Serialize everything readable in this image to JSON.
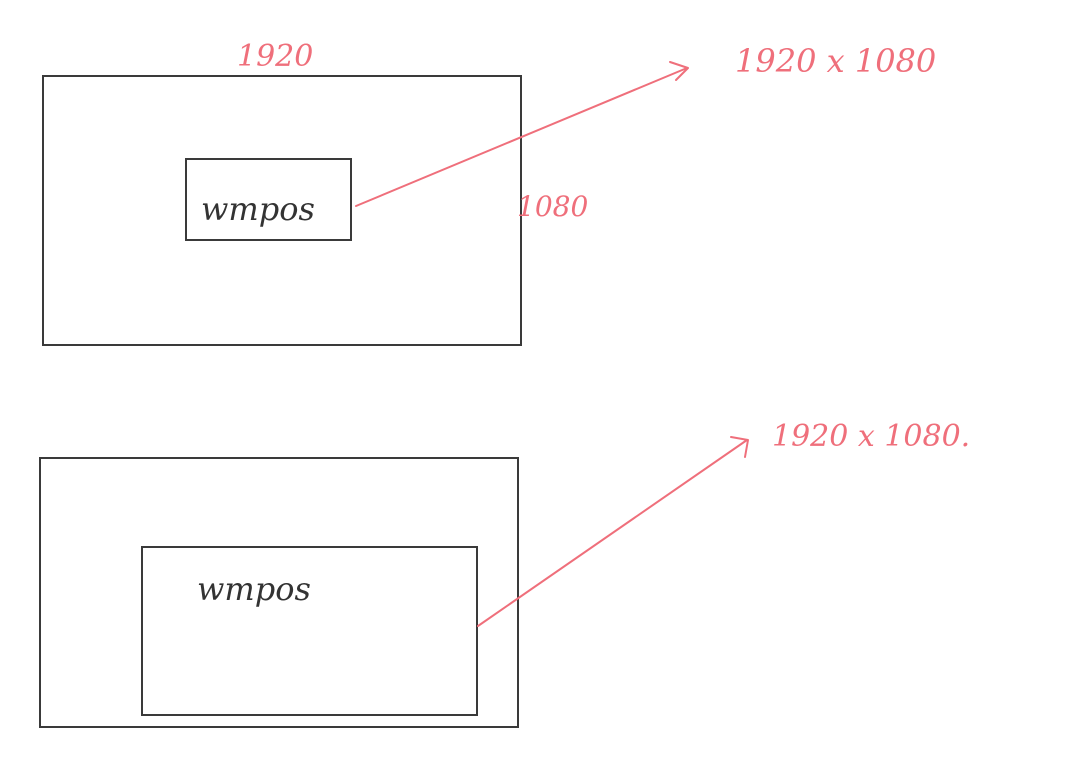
{
  "diagram": {
    "top": {
      "width_label": "1920",
      "height_label": "1080",
      "inner_label": "wmpos",
      "arrow_label": "1920 x 1080"
    },
    "bottom": {
      "inner_label": "wmpos",
      "arrow_label": "1920 x 1080."
    }
  },
  "colors": {
    "ink": "#3a3a3a",
    "annotation": "#ef6f7b"
  }
}
